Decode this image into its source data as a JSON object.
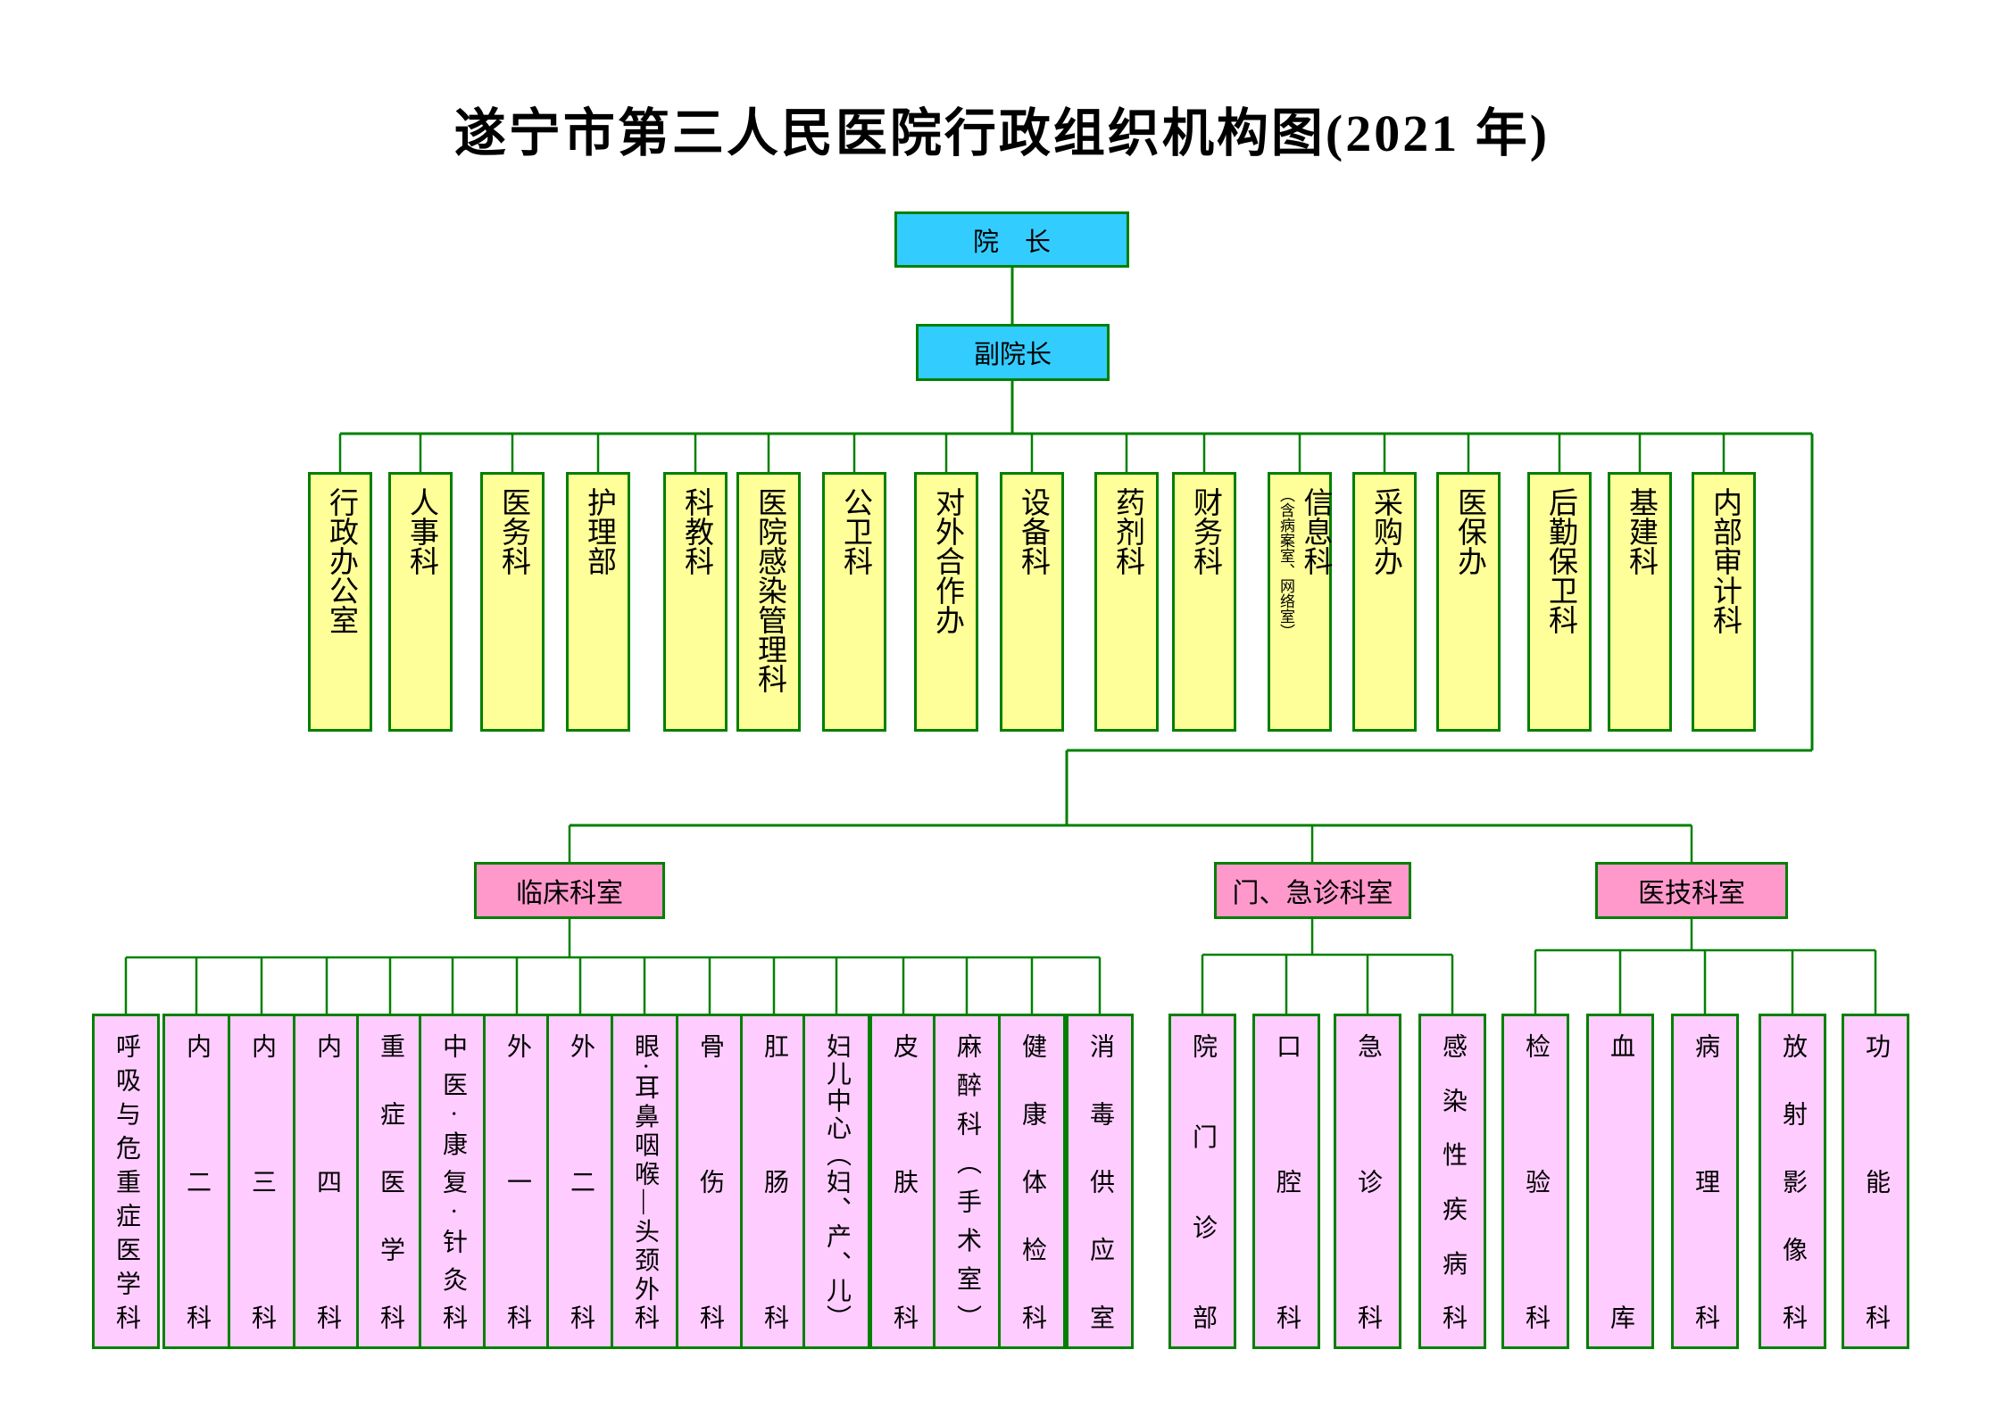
{
  "title": "遂宁市第三人民医院行政组织机构图(2021 年)",
  "hierarchy": {
    "president": {
      "label": "院　长"
    },
    "vice_president": {
      "label": "副院长"
    },
    "admin_departments": [
      "行政办公室",
      "人事科",
      "医务科",
      "护理部",
      "科教科",
      "医院感染管理科",
      "公卫科",
      "对外合作办",
      "设备科",
      "药剂科",
      "财务科",
      "信息科",
      "采购办",
      "医保办",
      "后勤保卫科",
      "基建科",
      "内部审计科"
    ],
    "info_dept_note": "（含病案室、网络室）",
    "groups": [
      {
        "label": "临床科室",
        "children": [
          "呼吸与危重症医学科",
          "内二科",
          "内三科",
          "内四科",
          "重症医学科",
          "中医·康复·针灸科",
          "外一科",
          "外二科",
          "眼·耳鼻咽喉—头颈外科",
          "骨伤科",
          "肛肠科",
          "妇儿中心（妇、产、儿）",
          "皮肤科",
          "麻醉科（手术室）",
          "健康体检科",
          "消毒供应室"
        ]
      },
      {
        "label": "门、急诊科室",
        "children": [
          "院门诊部",
          "口腔科",
          "急诊科",
          "感染性疾病科"
        ]
      },
      {
        "label": "医技科室",
        "children": [
          "检验科",
          "血库",
          "病理科",
          "放射影像科",
          "功能科"
        ]
      }
    ]
  },
  "colors": {
    "executive_fill": "#33CCFF",
    "admin_fill": "#FFFF99",
    "group_fill": "#FF99CC",
    "dept_fill": "#FFCCFF",
    "line_green": "#008000",
    "text": "#000000",
    "background": "#FFFFFF"
  }
}
